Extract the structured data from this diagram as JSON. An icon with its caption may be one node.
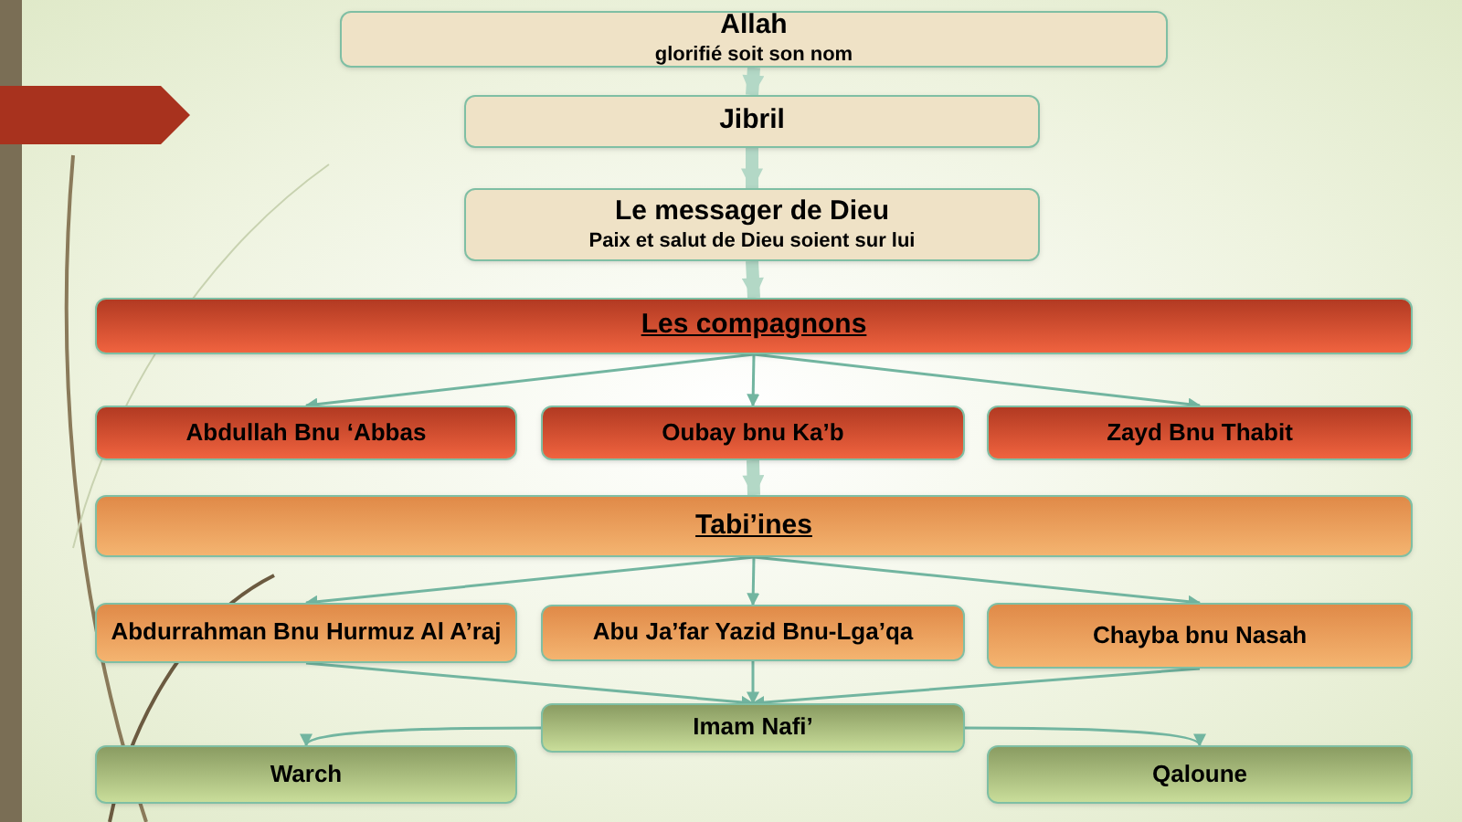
{
  "diagram": {
    "nodes": [
      {
        "text": [
          "Allah",
          "glorifié soit son nom"
        ]
      },
      {
        "text": [
          "Jibril"
        ]
      },
      {
        "text": [
          "Le messager de Dieu",
          "Paix et salut de Dieu soient sur lui"
        ]
      },
      {
        "text": [
          "Les compagnons"
        ]
      },
      {
        "text": [
          "Abdullah Bnu ‘Abbas"
        ]
      },
      {
        "text": [
          "Oubay bnu Ka’b"
        ]
      },
      {
        "text": [
          "Zayd Bnu Thabit"
        ]
      },
      {
        "text": [
          "Tabi’ines"
        ]
      },
      {
        "text": [
          "Abdurrahman Bnu Hurmuz Al A’raj"
        ]
      },
      {
        "text": [
          "Abu Ja’far Yazid Bnu-Lga’qa"
        ]
      },
      {
        "text": [
          "Chayba bnu Nasah"
        ]
      },
      {
        "text": [
          "Imam Nafi’"
        ]
      },
      {
        "text": [
          "Warch"
        ]
      },
      {
        "text": [
          "Qaloune"
        ]
      }
    ],
    "edges": [
      {
        "from": 0,
        "to": 1,
        "arrow": "to",
        "style": "thick",
        "color": "#b3d8c6"
      },
      {
        "from": 1,
        "to": 2,
        "arrow": "to",
        "style": "thick",
        "color": "#b3d8c6"
      },
      {
        "from": 2,
        "to": 3,
        "arrow": "to",
        "style": "thick",
        "color": "#b3d8c6"
      },
      {
        "from": 3,
        "to": 4,
        "arrow": "to"
      },
      {
        "from": 3,
        "to": 5,
        "arrow": "to"
      },
      {
        "from": 3,
        "to": 6,
        "arrow": "to"
      },
      {
        "from": 5,
        "to": 7,
        "arrow": "to",
        "style": "thick",
        "color": "#b3d8c6"
      },
      {
        "from": 7,
        "to": 8,
        "arrow": "to"
      },
      {
        "from": 7,
        "to": 9,
        "arrow": "to"
      },
      {
        "from": 7,
        "to": 10,
        "arrow": "to"
      },
      {
        "from": 8,
        "to": 11,
        "arrow": "to"
      },
      {
        "from": 9,
        "to": 11,
        "arrow": "to"
      },
      {
        "from": 10,
        "to": 11,
        "arrow": "to"
      },
      {
        "from": 11,
        "to": 12,
        "arrow": "to"
      },
      {
        "from": 11,
        "to": 13,
        "arrow": "to"
      }
    ]
  }
}
